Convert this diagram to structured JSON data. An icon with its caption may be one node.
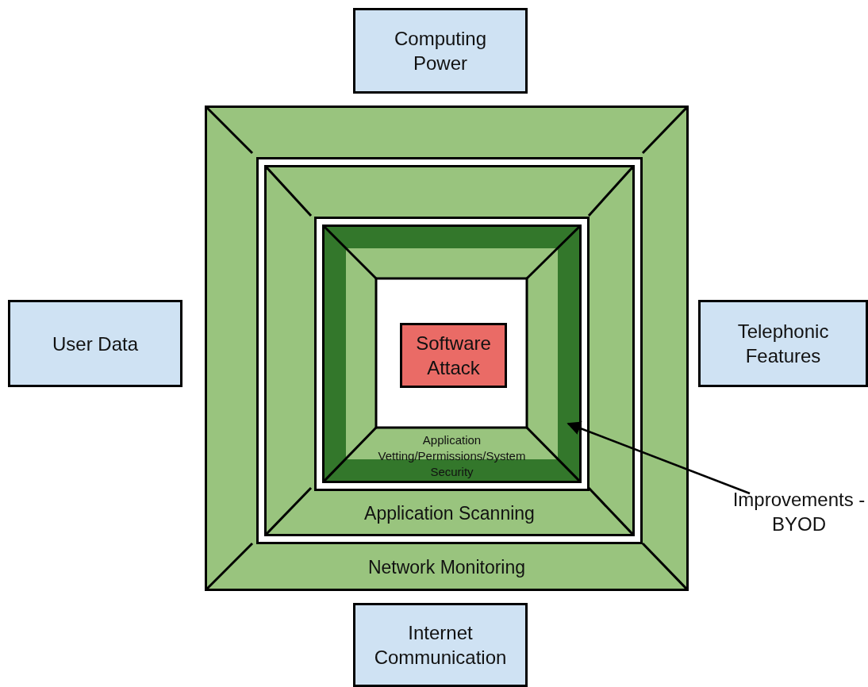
{
  "diagram": {
    "nodes": [
      {
        "text": [
          "Computing Power"
        ]
      },
      {
        "text": [
          "User Data"
        ]
      },
      {
        "text": [
          "Telephonic Features"
        ]
      },
      {
        "text": [
          "Network Monitoring"
        ]
      },
      {
        "text": [
          "Application Scanning"
        ],
        "in": 3
      },
      {
        "text": [
          "Application Vetting/Permissions/System Security"
        ],
        "in": 4
      },
      {
        "text": [
          "Software Attack"
        ],
        "in": 5
      },
      {
        "text": [
          "Improvements - BYOD"
        ]
      },
      {
        "text": [
          "Internet Communication"
        ]
      }
    ],
    "edges": [
      {
        "from": 7,
        "to": 5,
        "arrow": "to"
      }
    ]
  }
}
